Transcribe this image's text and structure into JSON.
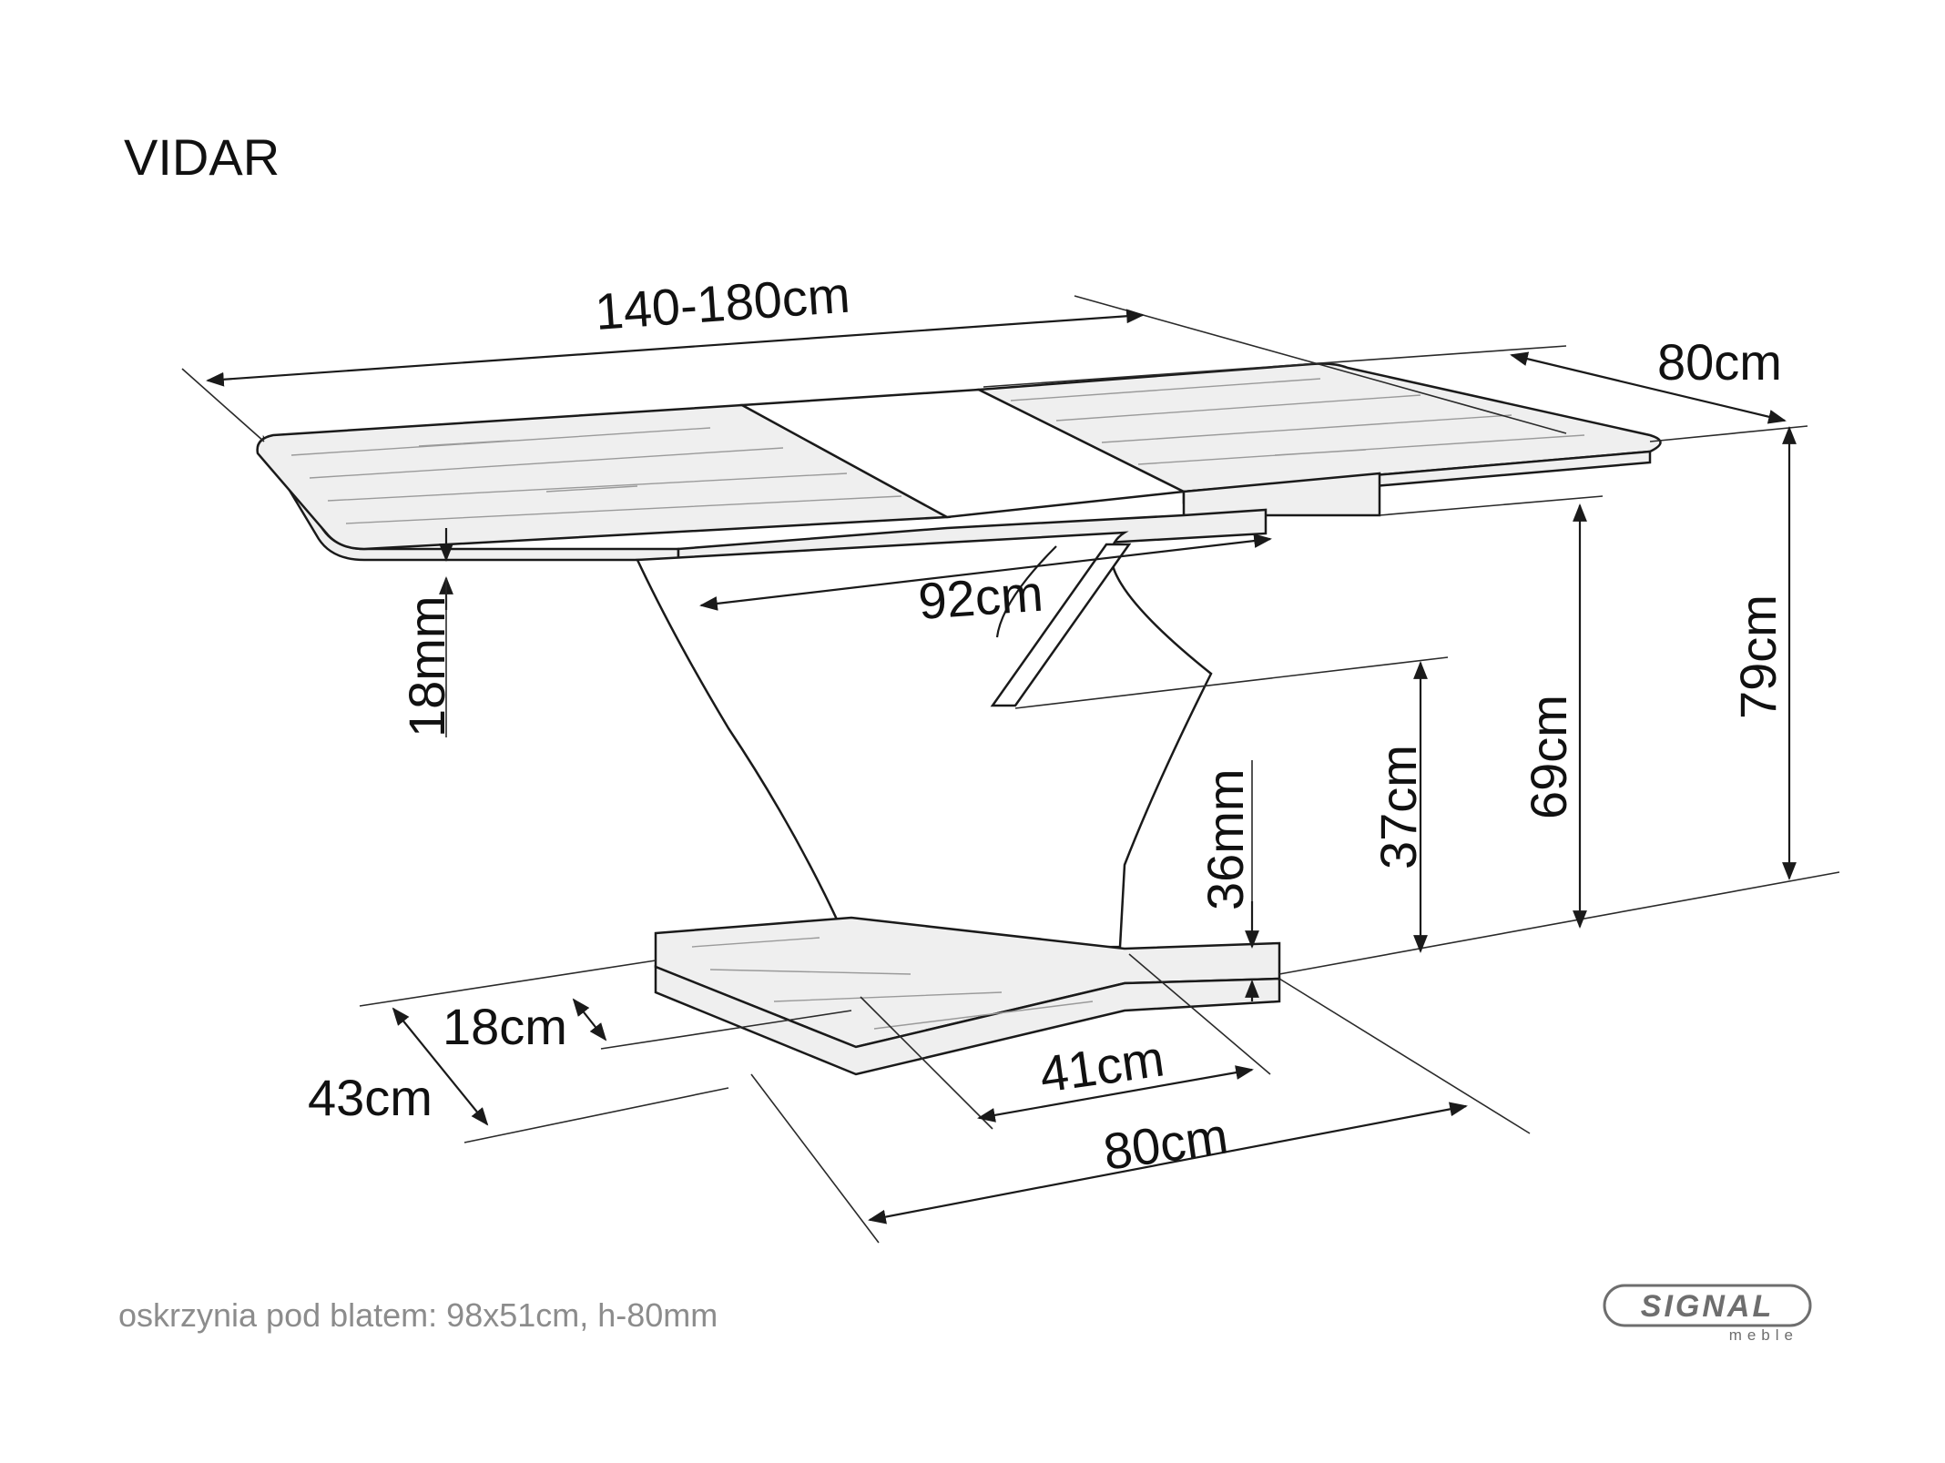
{
  "title": "VIDAR",
  "dimensions": {
    "length": "140-180cm",
    "width": "80cm",
    "total_height": "79cm",
    "leg_height": "69cm",
    "top_thickness": "18mm",
    "support_width": "92cm",
    "v_height": "37cm",
    "base_thickness": "36mm",
    "base_inner_depth": "18cm",
    "base_depth": "43cm",
    "base_inner_length": "41cm",
    "base_length": "80cm"
  },
  "note": "oskrzynia pod blatem: 98x51cm, h-80mm",
  "logo": {
    "brand": "SIGNAL",
    "sub": "meble"
  }
}
